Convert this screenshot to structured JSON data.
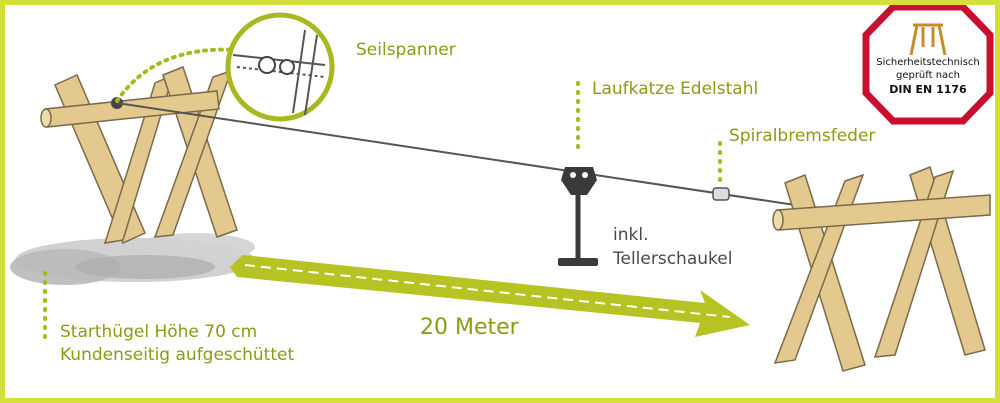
{
  "labels": {
    "rope_tensioner": "Seilspanner",
    "trolley": "Laufkatze Edelstahl",
    "spring": "Spiralbremsfeder",
    "seat_line1": "inkl.",
    "seat_line2": "Tellerschaukel",
    "distance": "20 Meter",
    "start_line1": "Starthügel Höhe 70 cm",
    "start_line2": "Kundenseitig aufgeschüttet"
  },
  "badge": {
    "line1": "Sicherheitstechnisch",
    "line2": "geprüft nach",
    "line3": "DIN EN 1176"
  },
  "colors": {
    "border": "#d5df3a",
    "accent_green": "#a8b81f",
    "label_green": "#8d9a12",
    "wood": "#e4c98e",
    "wood_outline": "#7a6a4a",
    "badge_red": "#c8102e",
    "badge_icon": "#c98a2a"
  }
}
